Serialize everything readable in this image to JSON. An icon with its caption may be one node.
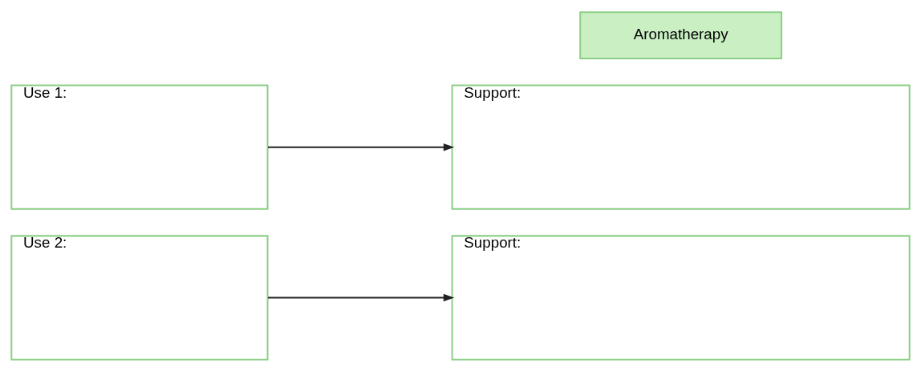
{
  "diagram": {
    "nodes": [
      {
        "text": [
          "Aromatherapy"
        ]
      },
      {
        "text": [
          "Use 1:"
        ]
      },
      {
        "text": [
          "Support:"
        ]
      },
      {
        "text": [
          "Use 2:"
        ]
      },
      {
        "text": [
          "Support:"
        ]
      }
    ],
    "edges": [
      {
        "from": 1,
        "to": 2,
        "arrow": "to"
      },
      {
        "from": 3,
        "to": 4,
        "arrow": "to"
      }
    ]
  }
}
